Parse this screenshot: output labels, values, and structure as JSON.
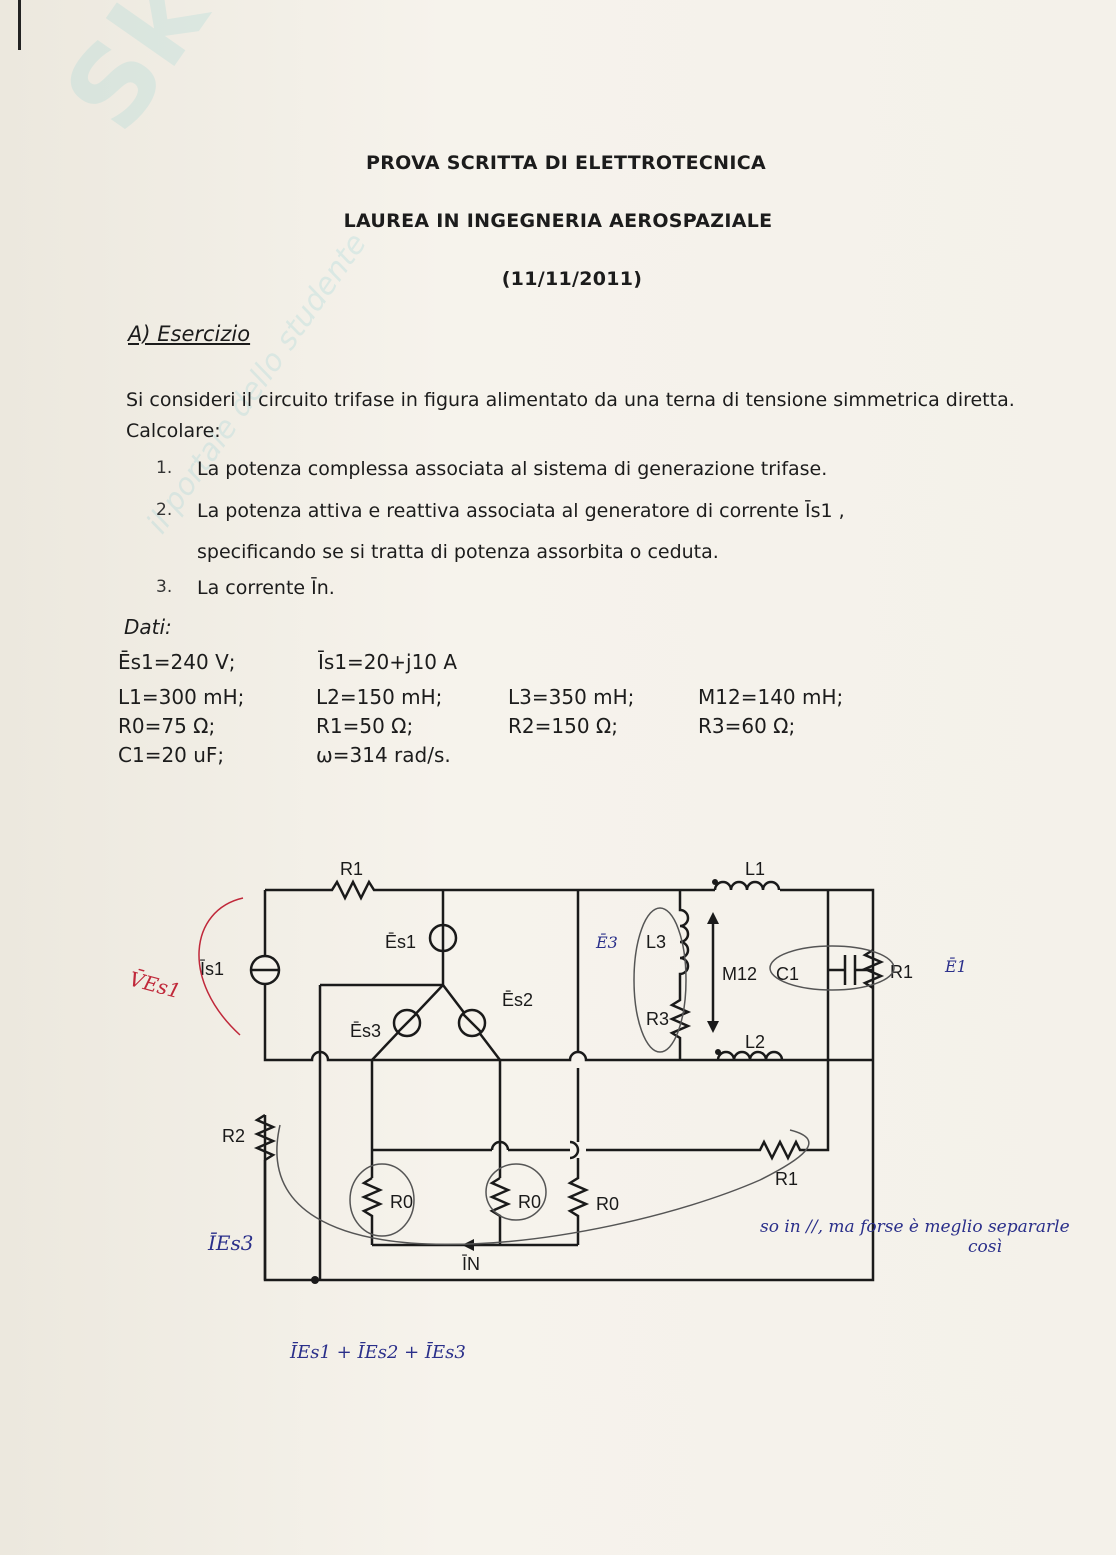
{
  "header": {
    "title": "PROVA SCRITTA DI ELETTROTECNICA",
    "subtitle": "LAUREA IN INGEGNERIA AEROSPAZIALE",
    "date": "(11/11/2011)"
  },
  "watermark": {
    "brand": "Skuola.net",
    "tagline": "il portale dello studente"
  },
  "exercise": {
    "heading": "A) Esercizio",
    "intro": "Si consideri il circuito trifase in figura alimentato da una terna di tensione simmetrica diretta. Calcolare:",
    "tasks": [
      {
        "num": "1.",
        "text": "La potenza complessa associata al sistema di generazione trifase."
      },
      {
        "num": "2.",
        "text": "La potenza attiva e reattiva associata al generatore di corrente Īs1 ,",
        "text2": "specificando se si tratta di potenza assorbita o ceduta."
      },
      {
        "num": "3.",
        "text": "La corrente Īn."
      }
    ]
  },
  "data": {
    "label": "Dati:",
    "values": [
      "Ēs1=240 V;",
      "Īs1=20+j10 A",
      "L1=300 mH;",
      "L2=150 mH;",
      "L3=350 mH;",
      "M12=140 mH;",
      "R0=75 Ω;",
      "R1=50 Ω;",
      "R2=150 Ω;",
      "R3=60 Ω;",
      "C1=20 uF;",
      "ω=314 rad/s."
    ]
  },
  "circuit": {
    "labels": {
      "r1_top": "R1",
      "l1": "L1",
      "es1": "Ēs1",
      "is1": "Īs1",
      "es2": "Ēs2",
      "es3": "Ēs3",
      "l3": "L3",
      "r3": "R3",
      "m12": "M12",
      "c1": "C1",
      "r1_right": "R1",
      "l2": "L2",
      "r2": "R2",
      "r0a": "R0",
      "r0b": "R0",
      "r0c": "R0",
      "r1_bottom": "R1",
      "in": "ĪN"
    }
  },
  "annotations": {
    "v_es1": "V̄Es1",
    "e3": "Ē3",
    "e1": "Ē1",
    "i_es3": "ĪEs3",
    "sum": "ĪEs1 + ĪEs2 + ĪEs3",
    "note": "so in //, ma forse è meglio separarle",
    "note2": "così",
    "pen_blue": "#2a2f8a",
    "pen_red": "#c0283a"
  }
}
